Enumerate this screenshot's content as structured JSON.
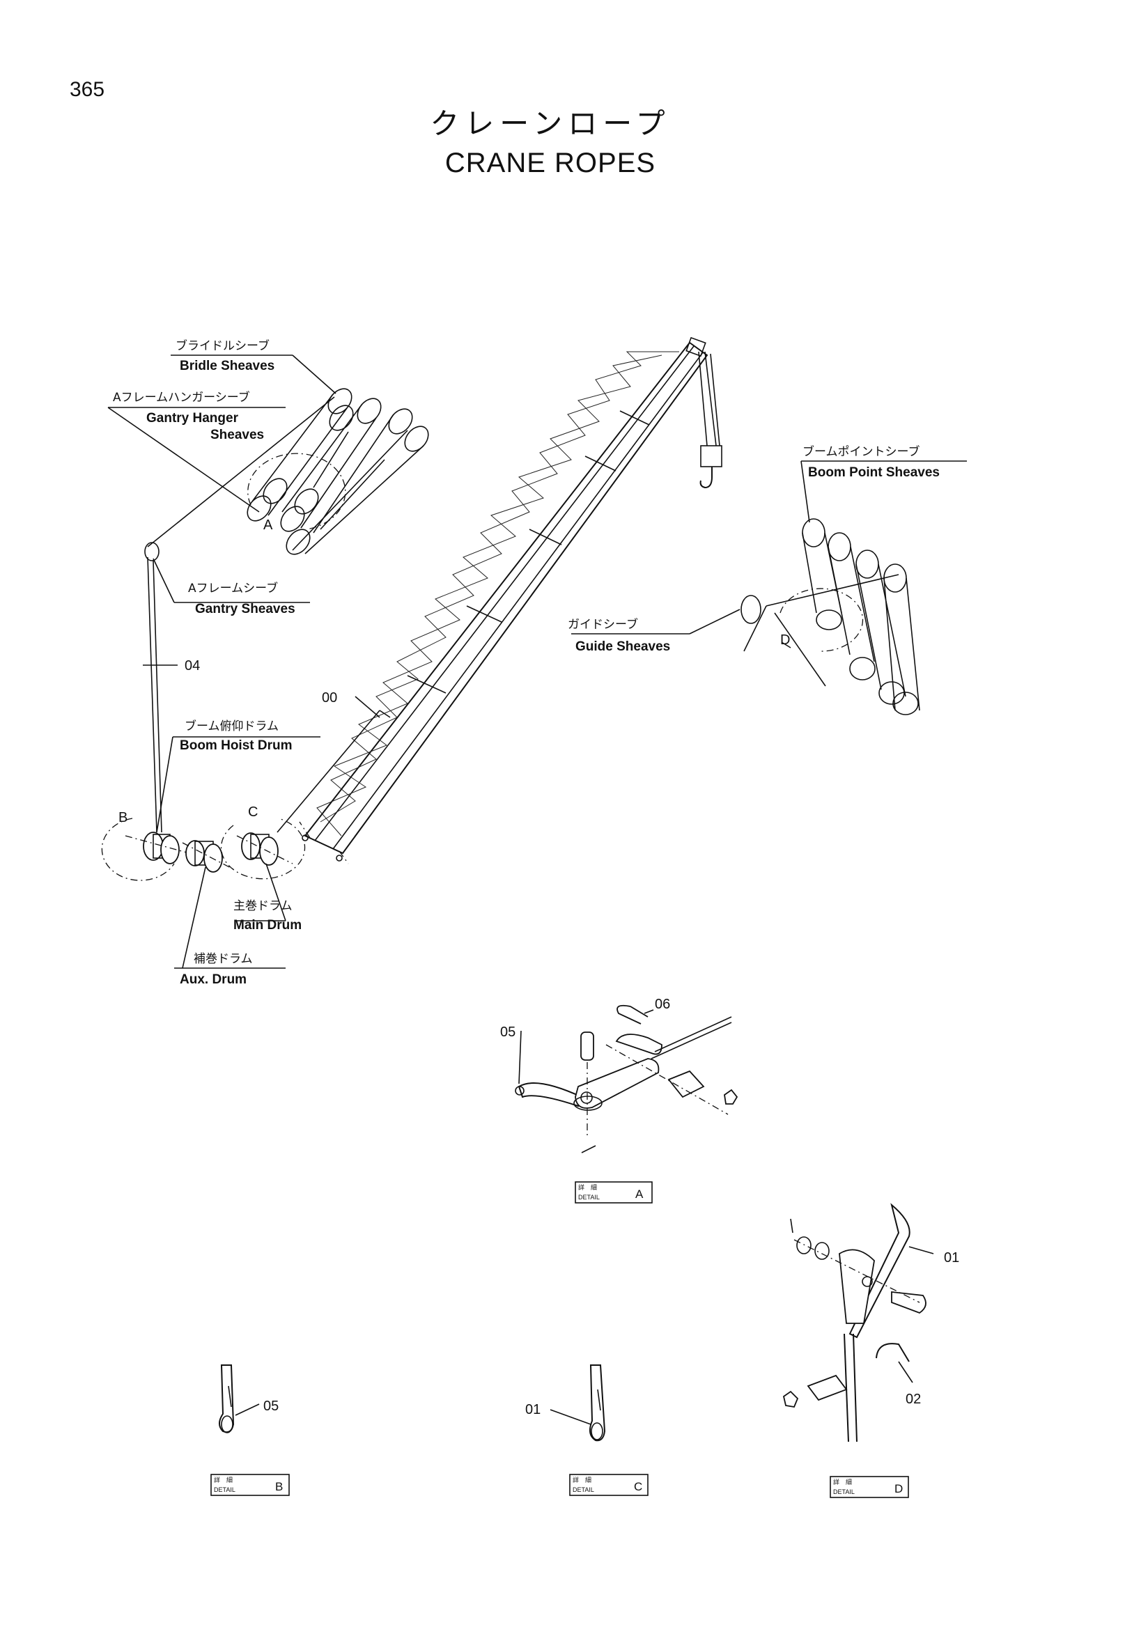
{
  "page_number": "365",
  "title": {
    "jp": "クレーンロープ",
    "en": "CRANE ROPES"
  },
  "callouts": {
    "bridle": {
      "jp": "ブライドルシーブ",
      "en": "Bridle Sheaves"
    },
    "gantry_hanger": {
      "jp": "Aフレームハンガーシーブ",
      "en1": "Gantry Hanger",
      "en2": "Sheaves"
    },
    "gantry": {
      "jp": "Aフレームシーブ",
      "en": "Gantry Sheaves"
    },
    "boom_hoist": {
      "jp": "ブーム俯仰ドラム",
      "en": "Boom Hoist Drum"
    },
    "main_drum": {
      "jp": "主巻ドラム",
      "en": "Main Drum"
    },
    "aux_drum": {
      "jp": "補巻ドラム",
      "en": "Aux. Drum"
    },
    "boom_point": {
      "jp": "ブームポイントシーブ",
      "en": "Boom Point Sheaves"
    },
    "guide": {
      "jp": "ガイドシーブ",
      "en": "Guide Sheaves"
    }
  },
  "part_numbers": {
    "p00": "00",
    "p01": "01",
    "p02": "02",
    "p04": "04",
    "p05": "05",
    "p06": "06"
  },
  "detail_markers": {
    "a": "A",
    "b": "B",
    "c": "C",
    "d": "D"
  },
  "detail_boxes": {
    "jp": "詳　細",
    "en": "DETAIL",
    "a": "A",
    "b": "B",
    "c": "C",
    "d": "D"
  }
}
